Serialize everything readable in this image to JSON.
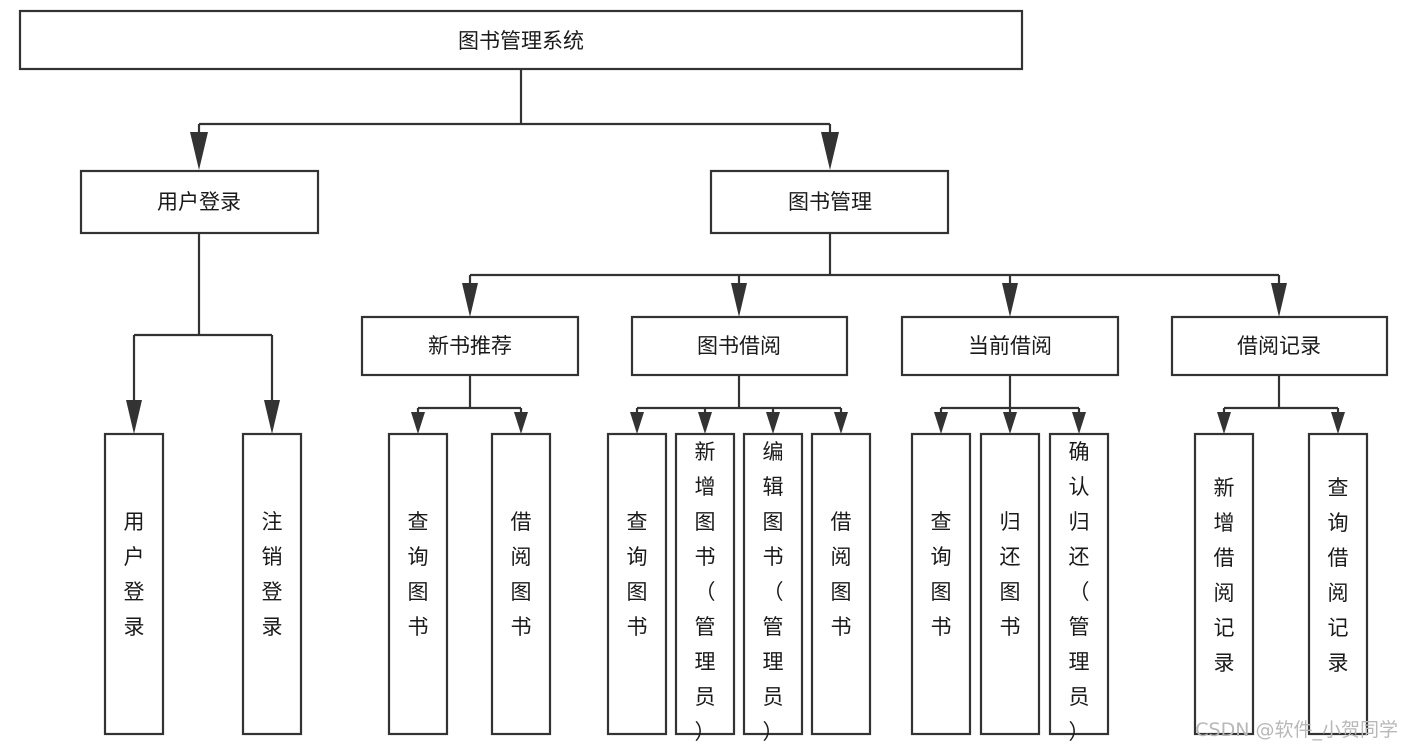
{
  "diagram": {
    "title": "图书管理系统",
    "type": "hierarchy-tree",
    "root": {
      "id": "root",
      "label": "图书管理系统",
      "orientation": "horizontal"
    },
    "level2": [
      {
        "id": "user-login",
        "label": "用户登录",
        "orientation": "horizontal"
      },
      {
        "id": "book-manage",
        "label": "图书管理",
        "orientation": "horizontal"
      }
    ],
    "level3": [
      {
        "id": "new-book-recommend",
        "label": "新书推荐",
        "orientation": "horizontal",
        "parent": "book-manage"
      },
      {
        "id": "book-borrow",
        "label": "图书借阅",
        "orientation": "horizontal",
        "parent": "book-manage"
      },
      {
        "id": "current-borrow",
        "label": "当前借阅",
        "orientation": "horizontal",
        "parent": "book-manage"
      },
      {
        "id": "borrow-record",
        "label": "借阅记录",
        "orientation": "horizontal",
        "parent": "book-manage"
      }
    ],
    "leaves": [
      {
        "id": "leaf-user-login",
        "label": "用户登录",
        "orientation": "vertical",
        "parent": "user-login"
      },
      {
        "id": "leaf-logout-login",
        "label": "注销登录",
        "orientation": "vertical",
        "parent": "user-login"
      },
      {
        "id": "leaf-query-book-1",
        "label": "查询图书",
        "orientation": "vertical",
        "parent": "new-book-recommend"
      },
      {
        "id": "leaf-borrow-book-1",
        "label": "借阅图书",
        "orientation": "vertical",
        "parent": "new-book-recommend"
      },
      {
        "id": "leaf-query-book-2",
        "label": "查询图书",
        "orientation": "vertical",
        "parent": "book-borrow"
      },
      {
        "id": "leaf-add-book-admin",
        "label": "新增图书（管理员）",
        "orientation": "vertical",
        "parent": "book-borrow"
      },
      {
        "id": "leaf-edit-book-admin",
        "label": "编辑图书（管理员）",
        "orientation": "vertical",
        "parent": "book-borrow"
      },
      {
        "id": "leaf-borrow-book-2",
        "label": "借阅图书",
        "orientation": "vertical",
        "parent": "book-borrow"
      },
      {
        "id": "leaf-query-book-3",
        "label": "查询图书",
        "orientation": "vertical",
        "parent": "current-borrow"
      },
      {
        "id": "leaf-return-book",
        "label": "归还图书",
        "orientation": "vertical",
        "parent": "current-borrow"
      },
      {
        "id": "leaf-confirm-return-admin",
        "label": "确认归还（管理员）",
        "orientation": "vertical",
        "parent": "current-borrow"
      },
      {
        "id": "leaf-add-borrow-record",
        "label": "新增借阅记录",
        "orientation": "vertical",
        "parent": "borrow-record"
      },
      {
        "id": "leaf-query-borrow-record",
        "label": "查询借阅记录",
        "orientation": "vertical",
        "parent": "borrow-record"
      }
    ],
    "colors": {
      "box_stroke": "#333333",
      "box_fill": "#ffffff",
      "text": "#1a1a1a",
      "connector": "#333333",
      "watermark": "#b8b8b8",
      "background": "#ffffff"
    }
  },
  "watermark": {
    "label": "CSDN @软件_小贺同学"
  }
}
